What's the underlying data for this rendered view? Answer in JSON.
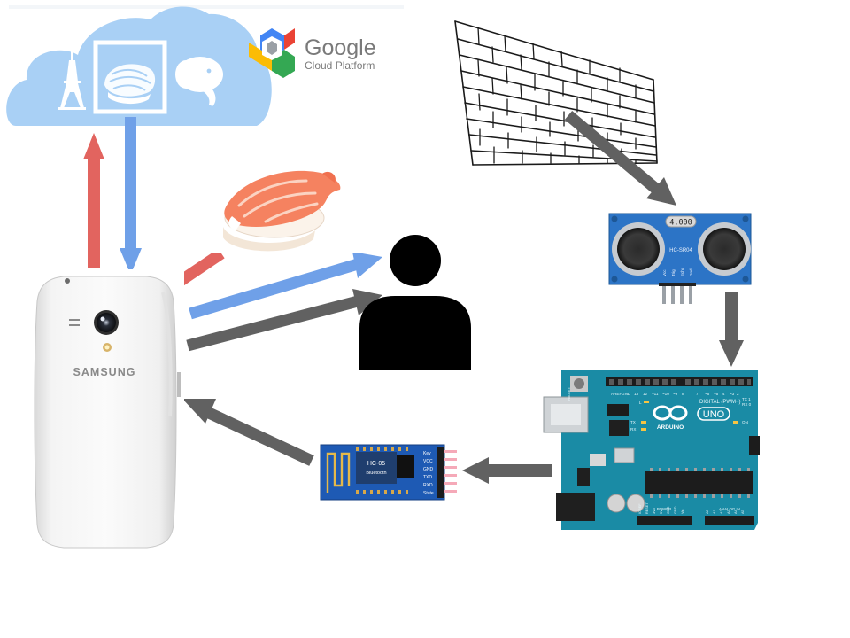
{
  "google_logo": {
    "brand": "Google",
    "product": "Cloud Platform"
  },
  "phone": {
    "brand": "SAMSUNG"
  },
  "ultrasonic_sensor": {
    "model": "HC-SR04",
    "crystal_label": "4.000",
    "pin_labels": [
      "Vcc",
      "Trig",
      "Echo",
      "Gnd"
    ]
  },
  "arduino": {
    "brand": "ARDUINO",
    "model": "UNO",
    "digital_label": "DIGITAL (PWM~)",
    "power_label": "POWER",
    "analog_label": "ANALOG IN",
    "reset_label": "RESET",
    "on_label": "ON",
    "tx_label": "TX",
    "rx_label": "RX",
    "l_label": "L",
    "digital_pins": [
      "AREF",
      "GND",
      "13",
      "12",
      "~11",
      "~10",
      "~9",
      "8",
      "7",
      "~6",
      "~5",
      "4",
      "~3",
      "2",
      "TX 1",
      "RX 0"
    ],
    "power_pins": [
      "IOREF",
      "RESET",
      "3V3",
      "5V",
      "GND",
      "GND",
      "Vin"
    ],
    "analog_pins": [
      "A0",
      "A1",
      "A2",
      "A3",
      "A4",
      "A5"
    ]
  },
  "bluetooth_module": {
    "model": "HC-05",
    "subtitle": "Bluetooth",
    "pin_labels": [
      "Key",
      "VCC",
      "GND",
      "TXD",
      "RXD",
      "State"
    ]
  },
  "colors": {
    "cloud": "#a9d0f5",
    "arrow_red": "#e2645f",
    "arrow_blue": "#6fa0e8",
    "arrow_gray": "#616161",
    "board_teal": "#1a8ba5",
    "sensor_blue": "#2c74c6",
    "bt_blue": "#1e5ab4",
    "person": "#000000"
  },
  "icons": {
    "cloud": "cloud-icon",
    "tower": "tower-icon",
    "sushi_app": "sushi-app-icon",
    "elephant": "elephant-icon",
    "sushi": "sushi-icon",
    "person": "person-icon",
    "wall": "brick-wall-icon"
  }
}
